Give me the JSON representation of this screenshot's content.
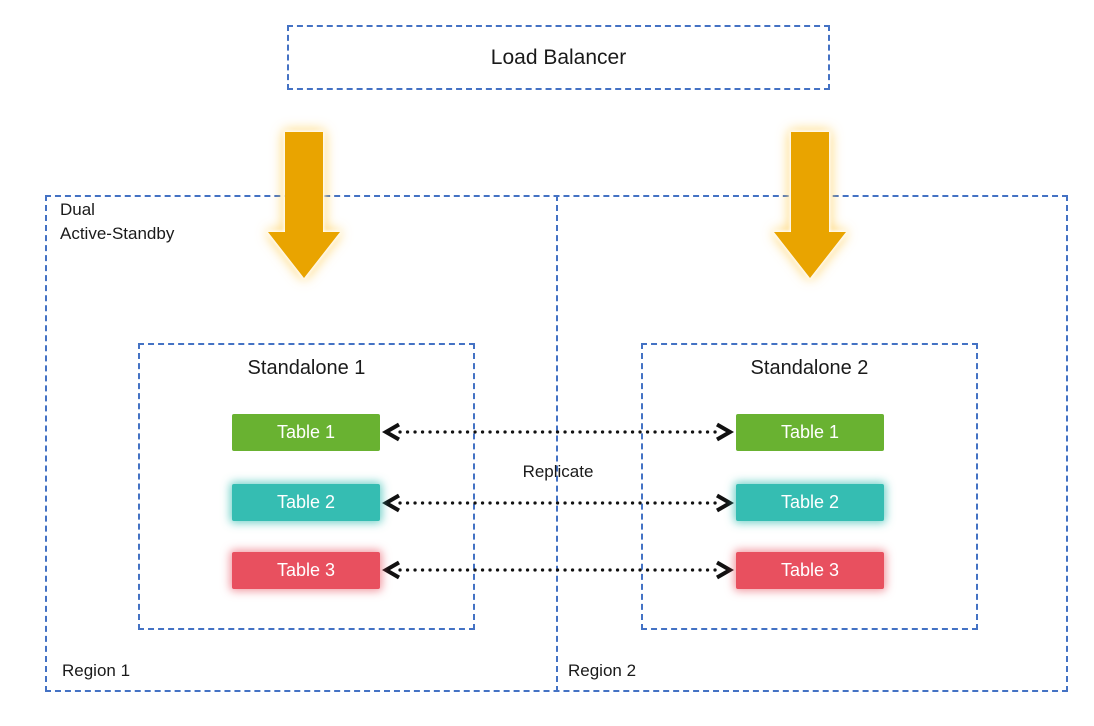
{
  "diagram": {
    "load_balancer": {
      "label": "Load Balancer"
    },
    "cluster_label_line1": "Dual",
    "cluster_label_line2": "Active-Standby",
    "replicate_label": "Replicate",
    "regions": [
      {
        "label": "Region 1",
        "standalone": {
          "title": "Standalone 1",
          "tables": [
            "Table 1",
            "Table 2",
            "Table 3"
          ]
        }
      },
      {
        "label": "Region 2",
        "standalone": {
          "title": "Standalone 2",
          "tables": [
            "Table 1",
            "Table 2",
            "Table 3"
          ]
        }
      }
    ],
    "colors": {
      "border_blue": "#4472C4",
      "arrow_gold": "#E9A400",
      "arrow_ink": "#111111",
      "table_green": "#69B231",
      "table_teal": "#35BDB2",
      "table_red": "#E8505F",
      "ink": "#1a1a1a"
    }
  }
}
